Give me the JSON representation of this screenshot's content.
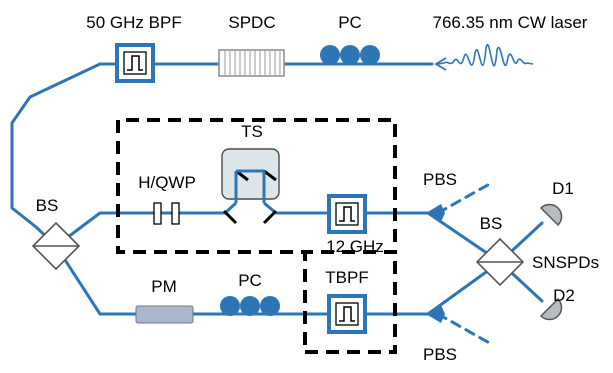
{
  "labels": {
    "bpf50": "50 GHz BPF",
    "spdc": "SPDC",
    "pc_top": "PC",
    "laser": "766.35 nm CW laser",
    "ts": "TS",
    "hqwp": "H/QWP",
    "bs_left": "BS",
    "pbs_top": "PBS",
    "d1": "D1",
    "bs_right": "BS",
    "ghz12": "12 GHz",
    "pm": "PM",
    "pc_bottom": "PC",
    "tbpf": "TBPF",
    "snspds": "SNSPDs",
    "d2": "D2",
    "pbs_bottom": "PBS"
  },
  "colors": {
    "fiber": "#2e75b6",
    "filter_border": "#2e75b6",
    "pc_fill": "#2e75b6",
    "pm_fill": "#a9b6cc",
    "ts_fill": "#dde6ea",
    "detector_fill": "#b7bcc3",
    "pbs_fill": "#2e75b6"
  },
  "icons": {
    "filter": "bandpass-filter-icon",
    "spdc": "spdc-crystal-icon",
    "pc": "polarization-controller-icon",
    "laser": "laser-wave-icon",
    "bs": "beam-splitter-icon",
    "waveplate": "waveplate-icon",
    "pm": "phase-modulator-icon",
    "detector": "detector-icon",
    "pbs": "polarizing-beam-splitter-icon",
    "ts": "translation-stage-icon"
  }
}
